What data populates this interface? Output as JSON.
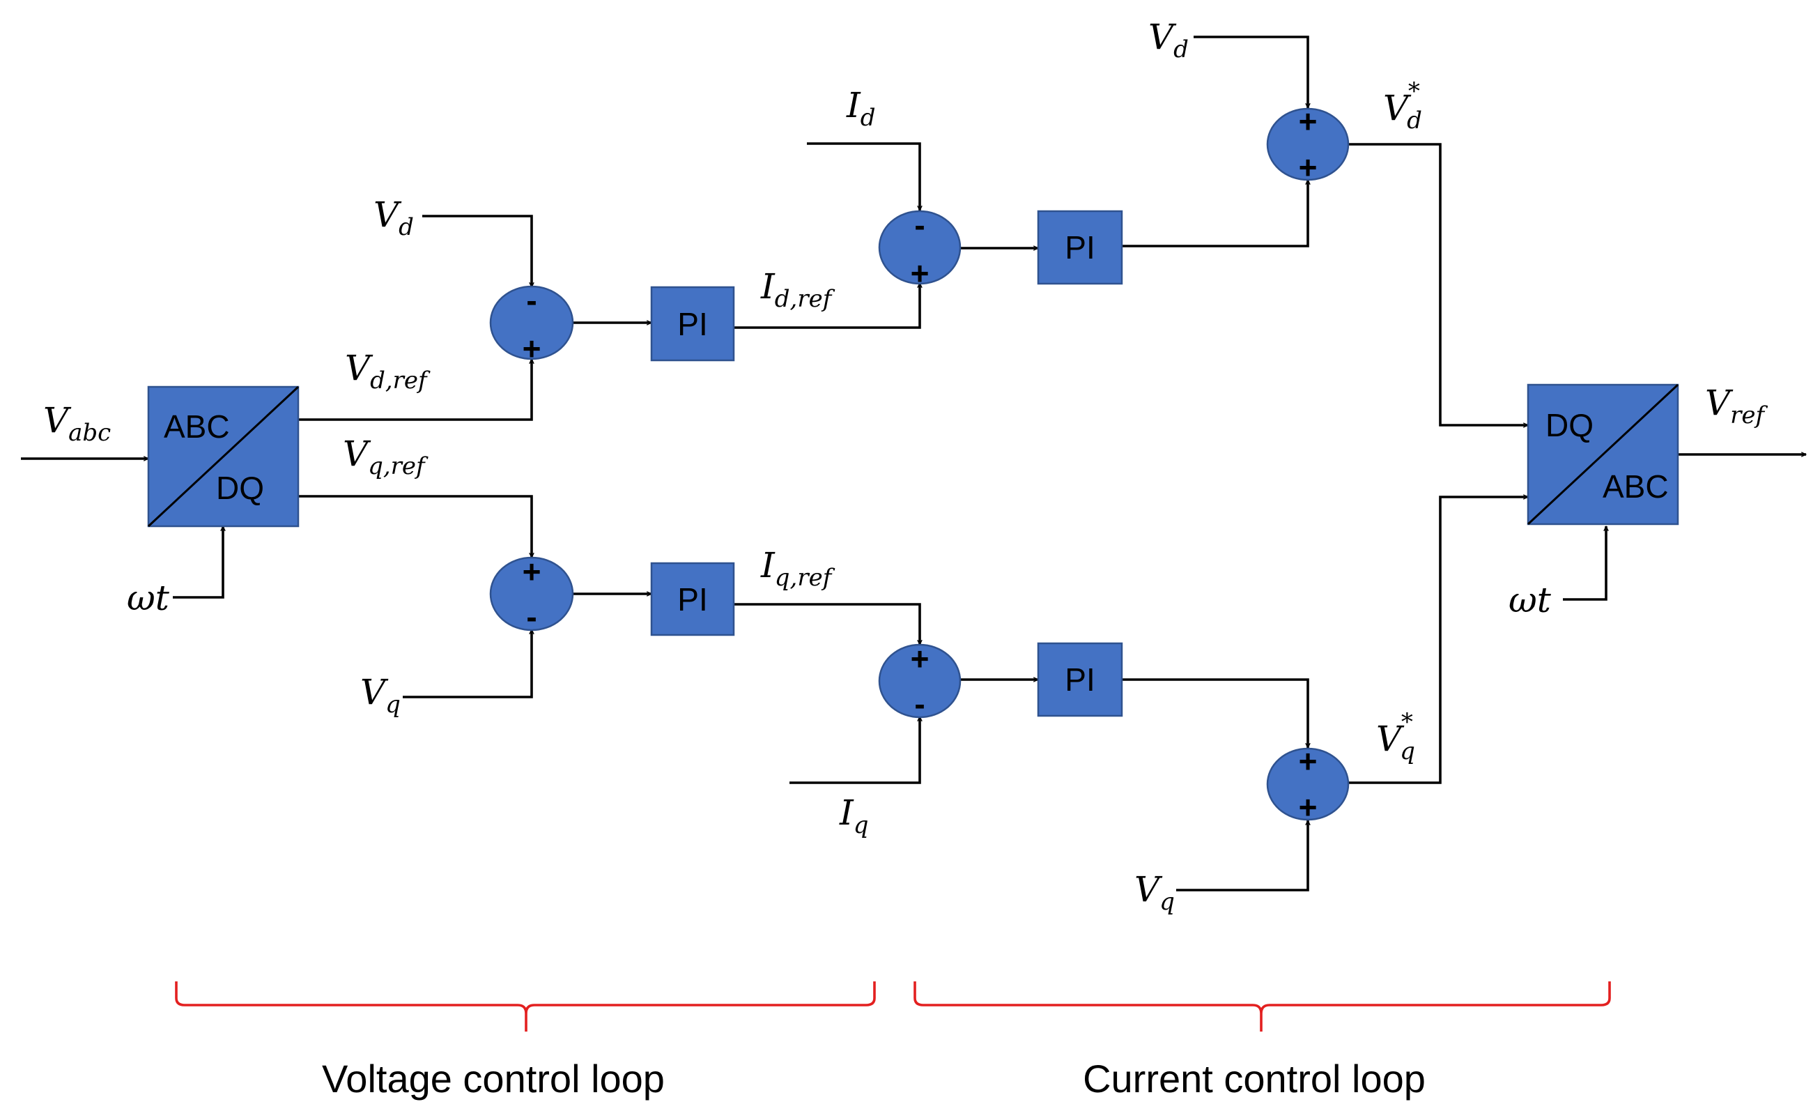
{
  "blocks": {
    "abc_dq": {
      "top": "ABC",
      "bottom": "DQ"
    },
    "dq_abc": {
      "top": "DQ",
      "bottom": "ABC"
    },
    "pi_label": "PI"
  },
  "signs": {
    "plus": "+",
    "minus": "-"
  },
  "signals": {
    "v_abc": {
      "main": "V",
      "sub": "abc"
    },
    "omega_t_in": {
      "main": "ωt"
    },
    "omega_t_out": {
      "main": "ωt"
    },
    "v_d_ref": {
      "main": "V",
      "sub": "d,ref"
    },
    "v_q_ref": {
      "main": "V",
      "sub": "q,ref"
    },
    "v_d_fb": {
      "main": "V",
      "sub": "d"
    },
    "v_q_fb": {
      "main": "V",
      "sub": "q"
    },
    "i_d_ref": {
      "main": "I",
      "sub": "d,ref"
    },
    "i_q_ref": {
      "main": "I",
      "sub": "q,ref"
    },
    "i_d": {
      "main": "I",
      "sub": "d"
    },
    "i_q": {
      "main": "I",
      "sub": "q"
    },
    "v_d_ff": {
      "main": "V",
      "sub": "d"
    },
    "v_q_ff": {
      "main": "V",
      "sub": "q"
    },
    "v_d_star": {
      "main": "V",
      "sub": "d",
      "sup": "*"
    },
    "v_q_star": {
      "main": "V",
      "sub": "q",
      "sup": "*"
    },
    "v_ref": {
      "main": "V",
      "sub": "ref"
    }
  },
  "loops": {
    "voltage": "Voltage control loop",
    "current": "Current control loop"
  },
  "colors": {
    "block_fill": "#4472c4",
    "block_stroke": "#2f528f",
    "brace": "#e32020",
    "wire": "#000000"
  }
}
